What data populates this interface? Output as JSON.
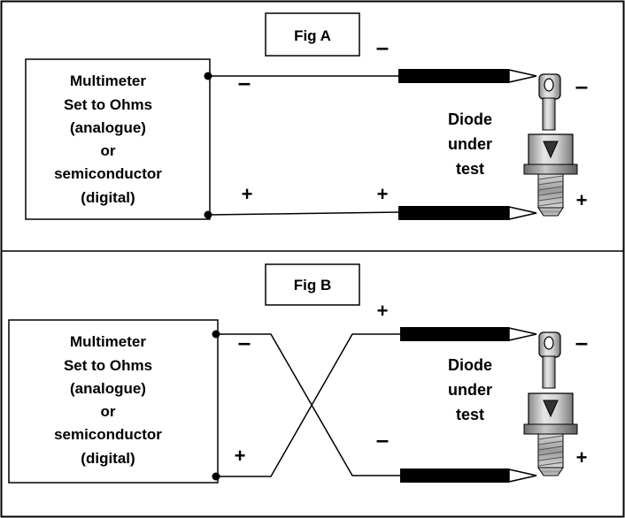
{
  "fig_a": {
    "title": "Fig A",
    "meter_lines": [
      "Multimeter",
      "Set to Ohms",
      "(analogue)",
      "or",
      "semiconductor",
      "(digital)"
    ],
    "sign_top_header": "–",
    "sign_meter_top": "–",
    "sign_meter_bottom": "+",
    "sign_probe_bottom": "+",
    "sign_diode_top": "–",
    "sign_diode_bottom": "+",
    "diode_lines": [
      "Diode",
      "under",
      "test"
    ]
  },
  "fig_b": {
    "title": "Fig B",
    "meter_lines": [
      "Multimeter",
      "Set to Ohms",
      "(analogue)",
      "or",
      "semiconductor",
      "(digital)"
    ],
    "sign_top_header": "+",
    "sign_meter_top": "–",
    "sign_meter_bottom": "+",
    "sign_cross_lower": "–",
    "sign_diode_top": "–",
    "sign_diode_bottom": "+",
    "diode_lines": [
      "Diode",
      "under",
      "test"
    ]
  }
}
